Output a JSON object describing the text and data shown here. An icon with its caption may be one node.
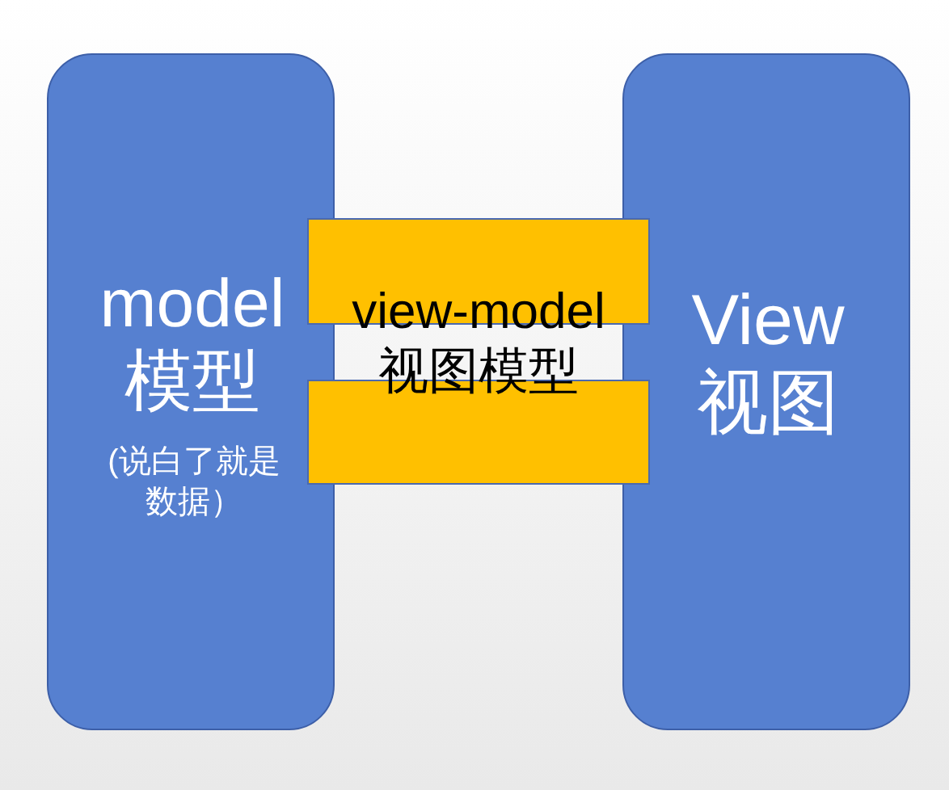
{
  "diagram": {
    "nodes": [
      {
        "text": [
          "model 模型",
          "(说白了就是数据）"
        ]
      },
      {
        "text": [
          "View 视图"
        ]
      },
      {
        "text": [],
        "shape": "box"
      },
      {
        "text": [],
        "shape": "box"
      }
    ],
    "labels": [
      "view-model 视图模型"
    ]
  }
}
